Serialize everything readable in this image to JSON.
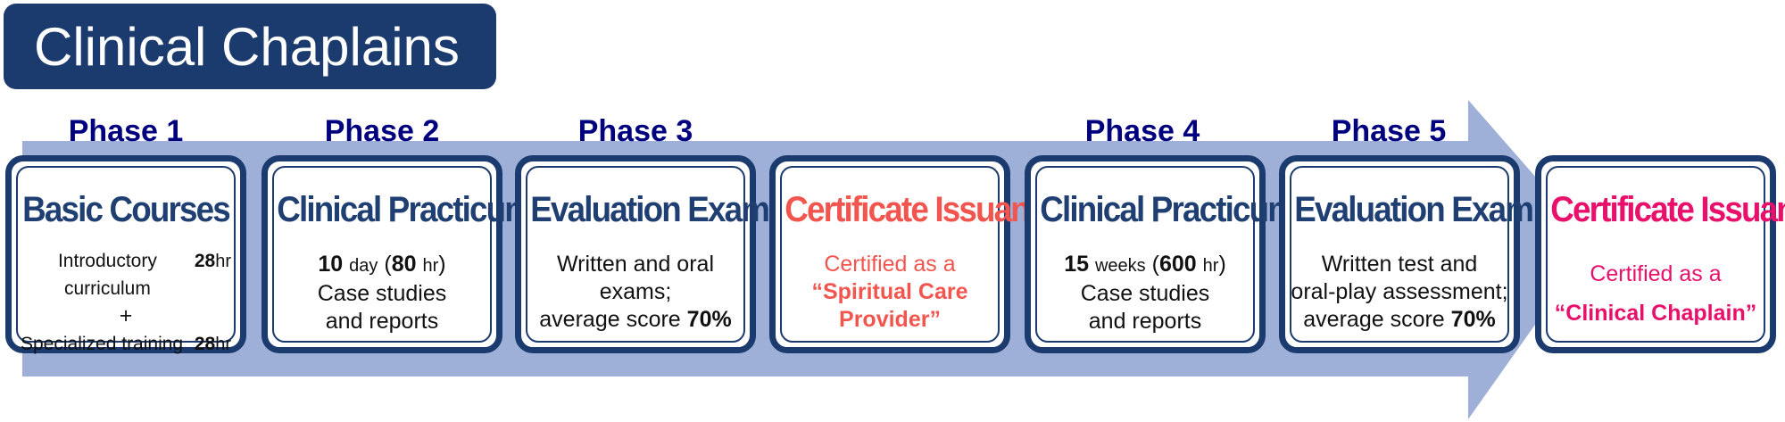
{
  "title": "Clinical Chaplains",
  "colors": {
    "navy": "#1b3a6e",
    "phase_label": "#00007f",
    "arrow": "#9fb0d8",
    "cert1": "#f2554e",
    "cert2": "#e8106b"
  },
  "phases": [
    "Phase 1",
    "Phase 2",
    "Phase 3",
    "Phase 4",
    "Phase 5"
  ],
  "cards": {
    "c1": {
      "title": "Basic Courses",
      "r1_label": "Introductory curriculum",
      "r1_num": "28",
      "r1_unit": "hr",
      "plus": "+",
      "r2_label": "Specialized training",
      "r2_num": "28",
      "r2_unit": "hr"
    },
    "c2": {
      "title": "Clinical Practicum I",
      "n1": "10",
      "u1": "day",
      "p_open": "(",
      "n2": "80",
      "u2": "hr",
      "p_close": ")",
      "l2": "Case studies",
      "l3": "and reports"
    },
    "c3": {
      "title": "Evaluation Exam I",
      "l1": "Written and oral",
      "l2": "exams;",
      "l3": "average score",
      "score": "70%"
    },
    "c4": {
      "title": "Certificate Issuance",
      "l1": "Certified as a",
      "l2": "“Spiritual Care",
      "l3": "Provider”"
    },
    "c5": {
      "title": "Clinical Practicum II",
      "n1": "15",
      "u1": "weeks",
      "p_open": "(",
      "n2": "600",
      "u2": "hr",
      "p_close": ")",
      "l2": "Case studies",
      "l3": "and reports"
    },
    "c6": {
      "title": "Evaluation Exam II",
      "l1": "Written test and",
      "l2": "oral-play assessment;",
      "l3": "average score",
      "score": "70%"
    },
    "c7": {
      "title": "Certificate Issuance",
      "l1": "Certified as a",
      "l2": "“Clinical Chaplain”"
    }
  }
}
